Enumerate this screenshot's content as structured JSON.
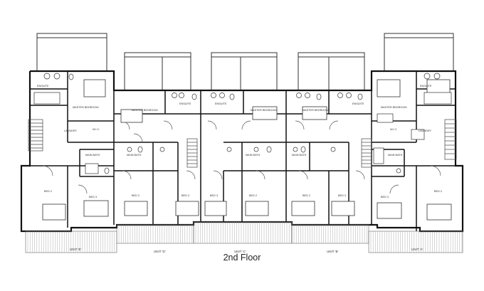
{
  "title": "2nd Floor",
  "units": [
    {
      "id": "unit-e",
      "label": "UNIT 'E'"
    },
    {
      "id": "unit-d",
      "label": "UNIT 'D'"
    },
    {
      "id": "unit-c",
      "label": "UNIT 'C'"
    },
    {
      "id": "unit-b",
      "label": "UNIT 'B'"
    },
    {
      "id": "unit-a",
      "label": "UNIT 'A'"
    }
  ],
  "rooms": {
    "ensuite": "ENSUITE",
    "master_bedroom": "MASTER BEDROOM",
    "laundry": "LAUNDRY",
    "wic": "W.I.C.",
    "main_bath": "MAIN BATH",
    "bed_2": "BED 2",
    "bed_3": "BED 3"
  },
  "colors": {
    "line": "#111111",
    "thin": "#555555",
    "deck": "#777777",
    "background": "#ffffff"
  }
}
